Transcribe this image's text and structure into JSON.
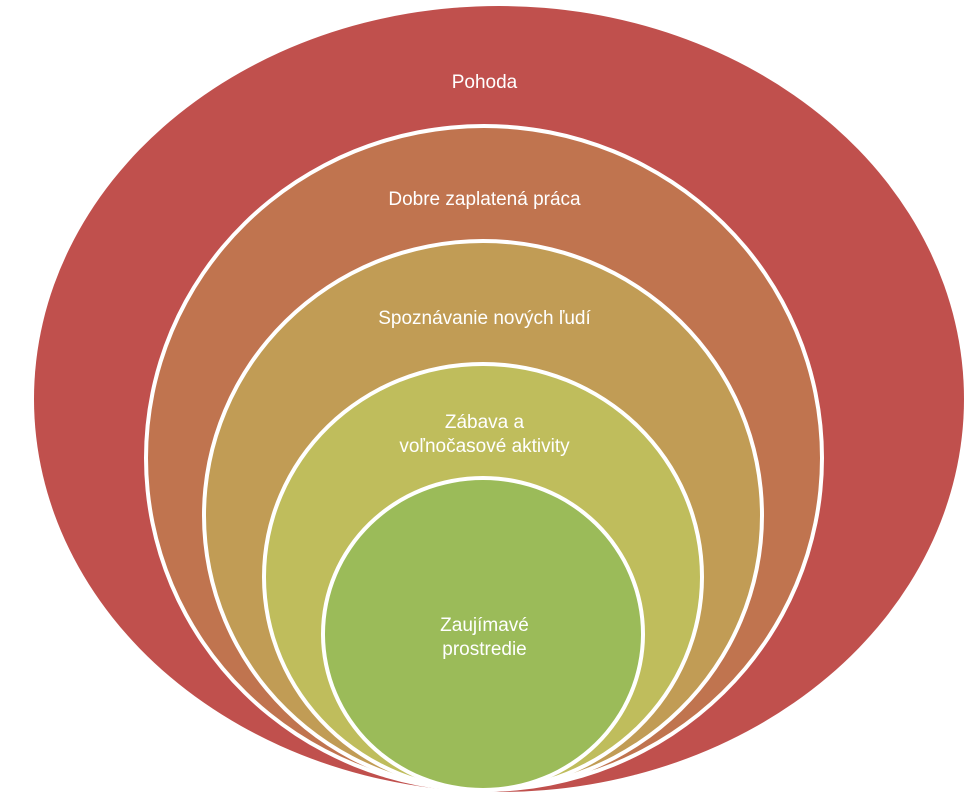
{
  "diagram": {
    "levels": [
      {
        "lines": [
          "Pohoda"
        ],
        "color": "#c0504d"
      },
      {
        "lines": [
          "Dobre zaplatená práca"
        ],
        "color": "#c0744f"
      },
      {
        "lines": [
          "Spoznávanie nových ľudí"
        ],
        "color": "#c19c55"
      },
      {
        "lines": [
          "Zábava a",
          "voľnočasové aktivity"
        ],
        "color": "#bfbd5c"
      },
      {
        "lines": [
          "Zaujímavé",
          "prostredie"
        ],
        "color": "#9bbb59"
      }
    ]
  }
}
